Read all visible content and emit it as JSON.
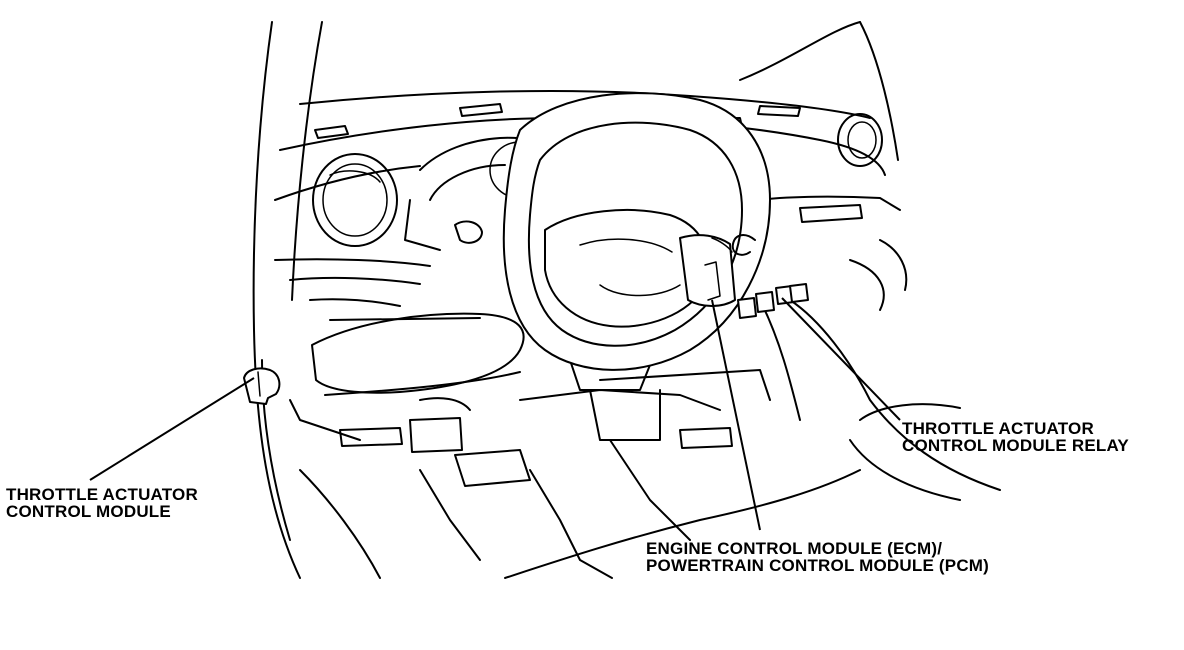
{
  "labels": {
    "tac_module": {
      "line1": "THROTTLE ACTUATOR",
      "line2": "CONTROL MODULE"
    },
    "tac_relay": {
      "line1": "THROTTLE ACTUATOR",
      "line2": "CONTROL MODULE RELAY"
    },
    "ecm_pcm": {
      "line1": "ENGINE CONTROL MODULE (ECM)/",
      "line2": "POWERTRAIN CONTROL MODULE (PCM)"
    }
  }
}
